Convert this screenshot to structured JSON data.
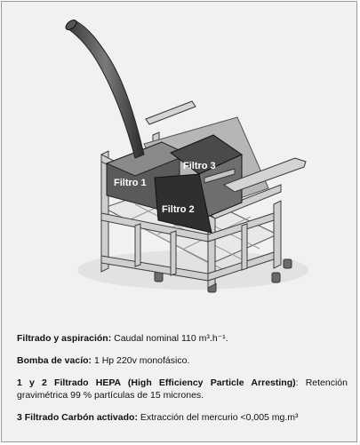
{
  "figure": {
    "labels": {
      "filter1": "Filtro 1",
      "filter2": "Filtro 2",
      "filter3": "Filtro 3"
    }
  },
  "captions": [
    {
      "term": "Filtrado y aspiración:",
      "text": " Caudal nominal 110 m³.h⁻¹."
    },
    {
      "term": "Bomba de vacío:",
      "text": " 1 Hp 220v monofásico."
    },
    {
      "term": "1 y 2 Filtrado HEPA (High Efficiency Particle Arresting)",
      "text": ": Retención gravimétrica 99 % partículas de 15 micrones."
    },
    {
      "term": "3 Filtrado Carbón activado:",
      "text": " Extracción del mercurio <0,005 mg.m³"
    }
  ]
}
